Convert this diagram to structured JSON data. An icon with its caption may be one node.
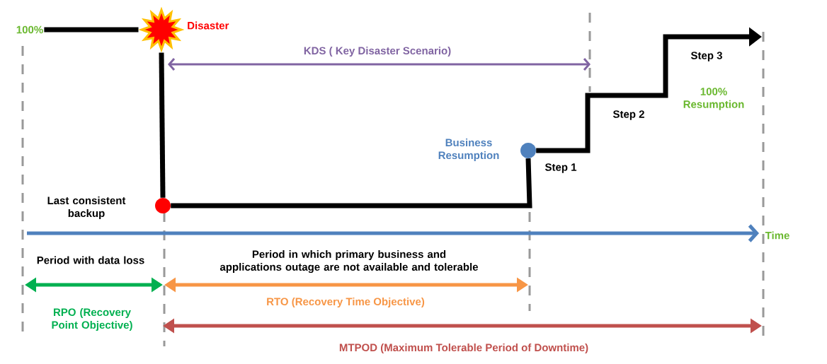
{
  "diagram": {
    "nodes": [
      {
        "text": [
          "100%"
        ]
      },
      {
        "text": [],
        "shape": "burst",
        "beside": [
          "Disaster"
        ]
      },
      {
        "text": [],
        "shape": "circle",
        "beside": [
          "Last consistent backup"
        ]
      },
      {
        "text": [],
        "shape": "circle",
        "beside": [
          "Business Resumption"
        ]
      }
    ],
    "edges": [
      {
        "from": 0,
        "to": 1,
        "arrow": "none"
      },
      {
        "from": 1,
        "to": 2,
        "arrow": "none"
      },
      {
        "from": 2,
        "to": 3,
        "arrow": "none"
      },
      {
        "from": 3,
        "to": null,
        "arrow": "to"
      }
    ],
    "labels": [
      "KDS ( Key Disaster Scenario)",
      "Step 3",
      "100% Resumption",
      "Step 2",
      "Step 1",
      "Time",
      "Period with data loss",
      "Period in which primary business and applications outage are not available and tolerable",
      "RPO (Recovery Point Objective)",
      "RTO (Recovery Time Objective)",
      "MTPOD (Maximum Tolerable Period of Downtime)"
    ]
  }
}
